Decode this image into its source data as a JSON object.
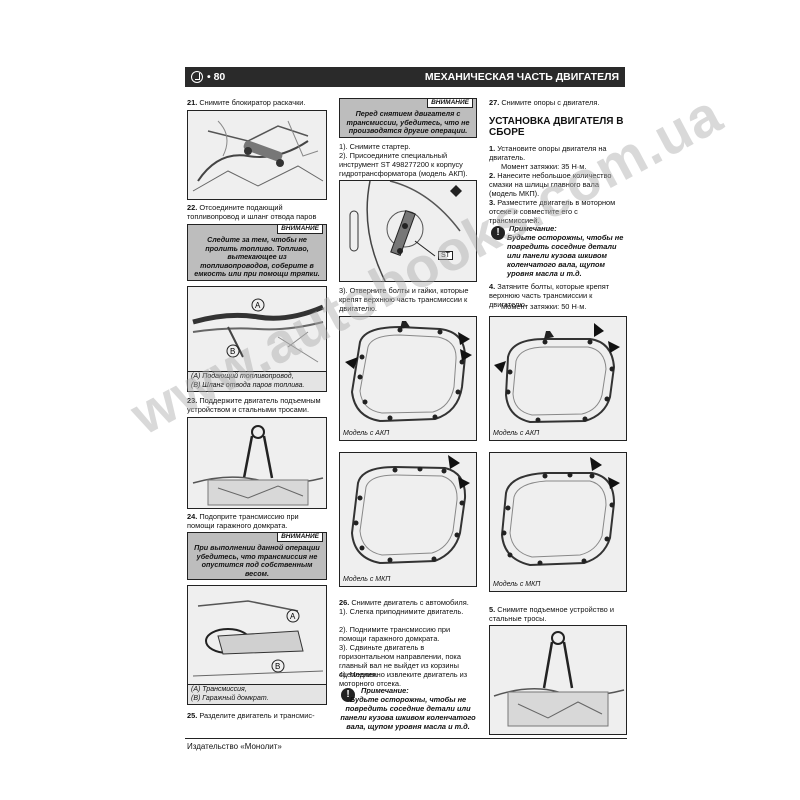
{
  "header": {
    "page": "• 80",
    "title": "МЕХАНИЧЕСКАЯ ЧАСТЬ ДВИГАТЕЛЯ"
  },
  "col1": {
    "s21": "Снимите блокиратор раскачки.",
    "s22": "Отсоедините подающий топливопровод и шланг отвода паров топлива.",
    "warn1_tag": "ВНИМАНИЕ",
    "warn1_text": "Следите за тем, чтобы не пролить топливо. Топливо, вытекающее из топливопроводов, соберите в емкость или при помощи тряпки.",
    "fig2_caption_a": "(A) Подающий топливопровод,",
    "fig2_caption_b": "(B) Шланг отвода паров топлива.",
    "s23": "Поддержите двигатель подъемным устройством и стальными тросами.",
    "s24": "Подоприте трансмиссию при помощи гаражного домкрата.",
    "warn2_tag": "ВНИМАНИЕ",
    "warn2_text": "При выполнении данной операции убедитесь, что трансмиссия не опустится под собственным весом.",
    "fig4_caption_a": "(A) Трансмиссия,",
    "fig4_caption_b": "(B) Гаражный домкрат.",
    "s25": "Разделите двигатель и трансмис-"
  },
  "col2": {
    "warn_tag": "ВНИМАНИЕ",
    "warn_text": "Перед снятием двигателя с трансмиссии, убедитесь, что не производятся другие операции.",
    "p1": "1). Снимите стартер.",
    "p2": "2). Присоедините специальный инструмент ST 498277200 к корпусу гидротрансформатора (модель АКП).",
    "st_label": "ST",
    "p3": "3). Отверните болты и гайки, которые крепят верхнюю часть трансмиссии к двигателю.",
    "fig_akp": "Модель с АКП",
    "fig_mkp": "Модель с МКП",
    "s26": "Снимите двигатель с автомобиля.",
    "s26_1": "1). Слегка приподнимите двигатель.",
    "s26_2": "2). Поднимите трансмиссию при помощи гаражного домкрата.",
    "s26_3": "3). Сдвиньте двигатель в горизонтальном направлении, пока главный вал не выйдет из корзины сцепления.",
    "s26_4": "4). Медленно извлеките двигатель из моторного отсека.",
    "note_title": "Примечание:",
    "note_text": "Будьте осторожны, чтобы не повредить соседние детали или панели кузова шкивом коленчатого вала, щупом уровня масла и т.д."
  },
  "col3": {
    "s27": "Снимите опоры с двигателя.",
    "section": "УСТАНОВКА ДВИГАТЕЛЯ В СБОРЕ",
    "i1": "Установите опоры двигателя на двигатель.",
    "i1_torque": "Момент затяжки: 35 Н·м.",
    "i2": "Нанесите небольшое количество смазки на шлицы главного вала (модель МКП).",
    "i3": "Разместите двигатель в моторном отсеке и совместите его с трансмиссией.",
    "note_title": "Примечание:",
    "note_text": "Будьте осторожны, чтобы не повредить соседние детали или панели кузова шкивом коленчатого вала, щупом уровня масла и т.д.",
    "i4": "Затяните болты, которые крепят верхнюю часть трансмиссии к двигателю.",
    "i4_torque": "Момент затяжки: 50 Н·м.",
    "fig_akp": "Модель с АКП",
    "fig_mkp": "Модель с МКП",
    "i5": "Снимите подъемное устройство и стальные тросы."
  },
  "footer": "Издательство «Монолит»",
  "watermark": "www.autobooks.com.ua"
}
